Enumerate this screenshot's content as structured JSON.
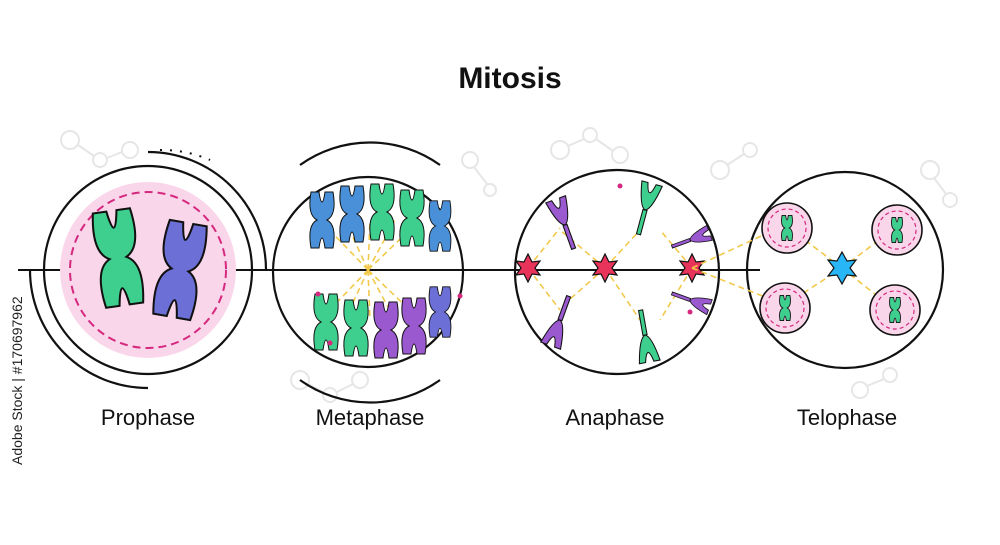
{
  "title": "Mitosis",
  "stages": [
    {
      "label": "Prophase"
    },
    {
      "label": "Metaphase"
    },
    {
      "label": "Anaphase"
    },
    {
      "label": "Telophase"
    }
  ],
  "watermark": "Adobe Stock | #170697962",
  "colors": {
    "outline": "#111111",
    "nucleus": "#f9d6ea",
    "nucleus_dash": "#d6287f",
    "spindle": "#f2c94c",
    "chrom_green": "#3ecf8e",
    "chrom_blue": "#4a90d9",
    "chrom_purple": "#9b59d0",
    "chrom_indigo": "#6c6fd6",
    "centrosome_red": "#e8345a",
    "centrosome_blue": "#29b6f6"
  },
  "icons": [
    "chromosome-icon",
    "centrosome-star-icon",
    "molecule-icon"
  ]
}
